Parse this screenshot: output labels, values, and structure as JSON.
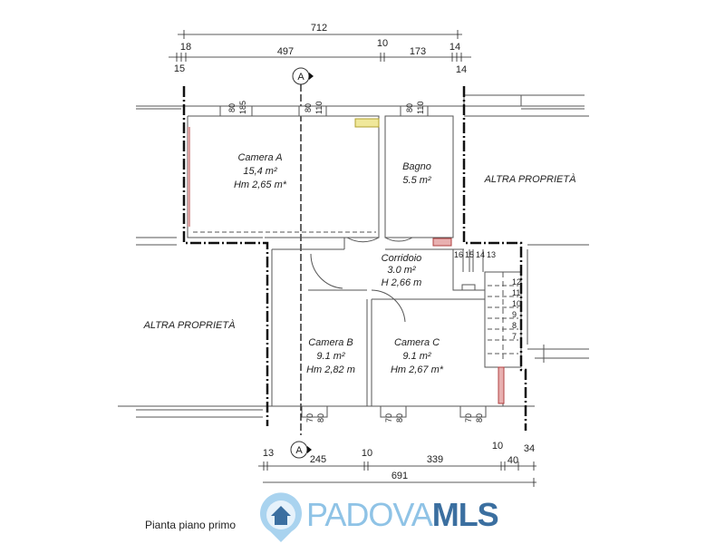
{
  "title": "Pianta piano primo",
  "watermark": {
    "part1": "PADOVA",
    "part2": "MLS"
  },
  "dimensions_top": {
    "total": "712",
    "left_outer": "15",
    "left_wall": "18",
    "main": "497",
    "mid_wall": "10",
    "right": "173",
    "right_wall_top": "14",
    "right_wall_bottom": "14"
  },
  "dimensions_bottom": {
    "left_wall": "13",
    "camera_b": "245",
    "mid_wall": "10",
    "camera_c": "339",
    "right_wall": "10",
    "right_small": "40",
    "right_end": "34",
    "total": "691"
  },
  "windows_top": [
    [
      "80",
      "185"
    ],
    [
      "80",
      "110"
    ],
    [
      "80",
      "110"
    ]
  ],
  "windows_bottom": [
    [
      "70",
      "80"
    ],
    [
      "70",
      "80"
    ],
    [
      "70",
      "80"
    ]
  ],
  "section_marker": "A",
  "rooms": {
    "camera_a": {
      "name": "Camera A",
      "area": "15,4 m²",
      "height": "Hm 2,65 m*"
    },
    "bagno": {
      "name": "Bagno",
      "area": "5.5 m²"
    },
    "corridoio": {
      "name": "Corridoio",
      "area": "3.0 m²",
      "height": "H 2,66 m"
    },
    "camera_b": {
      "name": "Camera B",
      "area": "9.1 m²",
      "height": "Hm 2,82 m"
    },
    "camera_c": {
      "name": "Camera C",
      "area": "9.1 m²",
      "height": "Hm 2,67 m*"
    },
    "altra_right": "ALTRA PROPRIETÀ",
    "altra_left": "ALTRA PROPRIETÀ"
  },
  "stairs": {
    "top": [
      "16",
      "15",
      "14",
      "13"
    ],
    "side": [
      "12",
      "11",
      "10",
      "9",
      "8",
      "7"
    ]
  }
}
